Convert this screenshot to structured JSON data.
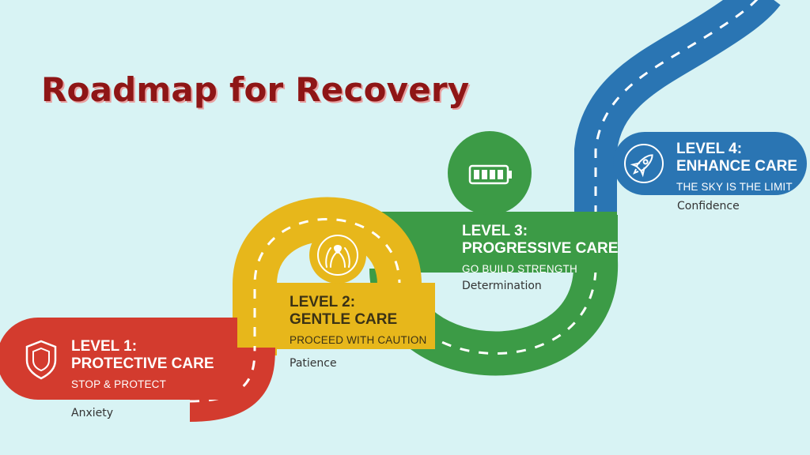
{
  "title": "Roadmap for Recovery",
  "colors": {
    "title": "#8e1616",
    "background": "#d8f3f4",
    "level1": "#d33b2e",
    "level2": "#e7b71b",
    "level3": "#3c9b46",
    "level4": "#2a75b3"
  },
  "levels": [
    {
      "number": "LEVEL 1:",
      "name": "PROTECTIVE CARE",
      "subtitle": "STOP & PROTECT",
      "emotion": "Anxiety",
      "icon": "shield-icon"
    },
    {
      "number": "LEVEL 2:",
      "name": "GENTLE CARE",
      "subtitle": "PROCEED WITH CAUTION",
      "emotion": "Patience",
      "icon": "caring-hands-icon"
    },
    {
      "number": "LEVEL 3:",
      "name": "PROGRESSIVE CARE",
      "subtitle": "GO BUILD STRENGTH",
      "emotion": "Determination",
      "icon": "battery-icon"
    },
    {
      "number": "LEVEL 4:",
      "name": "ENHANCE CARE",
      "subtitle": "THE SKY IS THE LIMIT",
      "emotion": "Confidence",
      "icon": "rocket-icon"
    }
  ]
}
